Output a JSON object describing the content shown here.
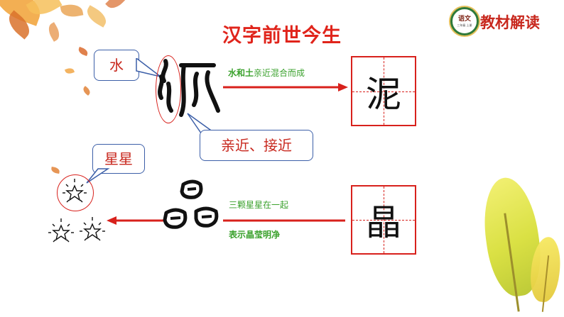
{
  "title": "汉字前世今生",
  "badge": {
    "emblem_text": "语文",
    "emblem_subtext": "三年级 上册",
    "label": "教材解读"
  },
  "row1": {
    "callout_top": "水",
    "callout_bottom": "亲近、接近",
    "arrow_label_part1": "水和土",
    "arrow_label_part2": "亲近混合而成",
    "character": "泥"
  },
  "row2": {
    "callout_star": "星星",
    "arrow_label_top": "三颗星星在一起",
    "arrow_label_bottom_part1": "表示",
    "arrow_label_bottom_part2": "晶莹明净",
    "character": "晶"
  },
  "colors": {
    "title_red": "#e0241b",
    "grid_red": "#d8211c",
    "callout_border": "#3c5fa8",
    "label_green": "#3aa12c",
    "arrow_red": "#d8211c"
  }
}
